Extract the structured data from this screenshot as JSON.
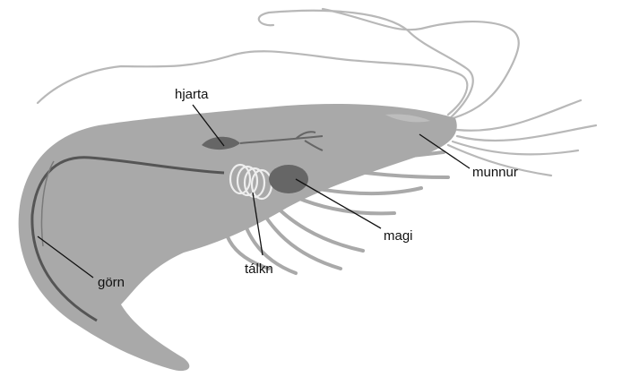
{
  "diagram": {
    "labels": {
      "heart": "hjarta",
      "mouth": "munnur",
      "stomach": "magi",
      "gills": "tálkn",
      "intestine": "görn"
    },
    "colors": {
      "body": "#a9a9a9",
      "organ": "#666666",
      "intestine": "#555555",
      "antenna": "#b8b8b8",
      "gill": "#eeeeee",
      "label": "#111111"
    }
  }
}
